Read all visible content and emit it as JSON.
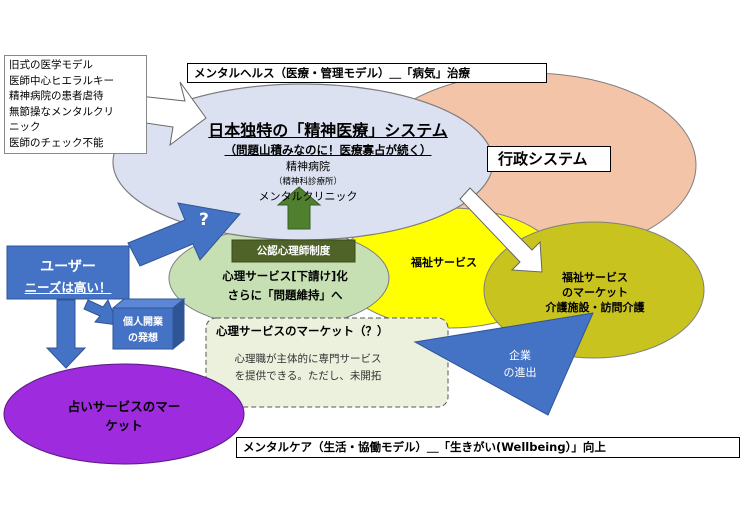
{
  "problems_box": {
    "lines": [
      "旧式の医学モデル",
      "医師中心ヒエラルキー",
      "精神病院の患者虐待",
      "無節操なメンタルクリ",
      "ニック",
      "医師のチェック不能"
    ]
  },
  "top_banner": "メンタルヘルス（医療・管理モデル）＿「病気」治療",
  "bottom_banner": "メンタルケア（生活・協働モデル）＿「生きがい(Wellbeing）」向上",
  "psychiatric": {
    "title": "日本独特の「精神医療」システム",
    "subtitle": "（問題山積みなのに！医療寡占が続く）",
    "hospital": "精神病院",
    "clinic_small": "（精神科診療所）",
    "clinic": "メンタルクリニック"
  },
  "admin": {
    "label": "行政システム"
  },
  "welfare": {
    "label": "福祉サービス"
  },
  "welfare_market": {
    "lines": [
      "福祉サービス",
      "のマーケット",
      "介護施設・訪問介護"
    ]
  },
  "psych_service": {
    "badge": "公認心理師制度",
    "line1": "心理サービス[下請け]化",
    "line2": "さらに「問題維持」へ"
  },
  "market": {
    "title": "心理サービスのマーケット（？）",
    "line1": "心理職が主体的に専門サービス",
    "line2": "を提供できる。ただし、未開拓"
  },
  "user": {
    "line1": "ユーザー",
    "line2": "ニーズは高い！"
  },
  "question_mark": "?",
  "private_practice": {
    "line1": "個人開業",
    "line2": "の発想"
  },
  "fortune": {
    "line1": "占いサービスのマー",
    "line2": "ケット"
  },
  "corporate": {
    "line1": "企業",
    "line2": "の進出"
  },
  "colors": {
    "psychiatric_fill": "#dbe1f1",
    "admin_fill": "#f4c4a8",
    "welfare_fill": "#ffff00",
    "welfare_market_fill": "#c9c320",
    "psych_service_fill": "#c6e0b4",
    "market_fill": "#ebf1dd",
    "user_fill": "#4472c4",
    "fortune_fill": "#9e2bde",
    "corporate_fill": "#4472c4",
    "badge_fill": "#4f6228",
    "up_arrow_fill": "#4f7f2f"
  }
}
